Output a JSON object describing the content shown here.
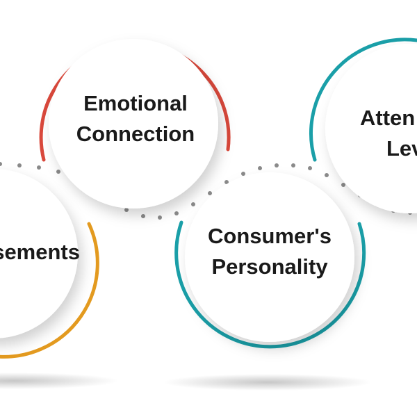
{
  "diagram": {
    "nodes": [
      {
        "id": "endorsements",
        "lines": [
          "sements"
        ],
        "ring_color": "#e39a1f"
      },
      {
        "id": "emotional-connection",
        "lines": [
          "Emotional",
          "Connection"
        ],
        "ring_color": "#d9483b"
      },
      {
        "id": "consumers-personality",
        "lines": [
          "Consumer's",
          "Personality"
        ],
        "ring_color": "#1a9fa8"
      },
      {
        "id": "attention-level",
        "lines": [
          "Atten",
          "Lev"
        ],
        "ring_color": "#1a9fa8"
      }
    ],
    "connector_color": "#8a8a8a",
    "background": "#ffffff"
  }
}
